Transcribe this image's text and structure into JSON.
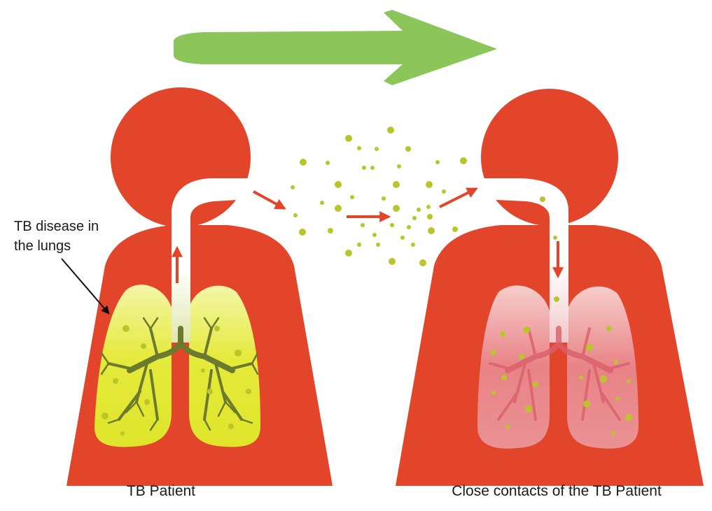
{
  "annotation": {
    "line1": "TB disease in",
    "line2": "the lungs"
  },
  "captions": {
    "patient": "TB Patient",
    "contacts": "Close contacts of the TB Patient"
  },
  "colors": {
    "body": "#e2452a",
    "lung_infected": "#e6ea3a",
    "lung_healthy": "#f3c4c8",
    "bronchi_infected": "#6b7a2c",
    "bronchi_healthy": "#d9606a",
    "droplet": "#b9c62a",
    "arrow_red": "#e2452a",
    "big_arrow": "#8cc65a"
  }
}
